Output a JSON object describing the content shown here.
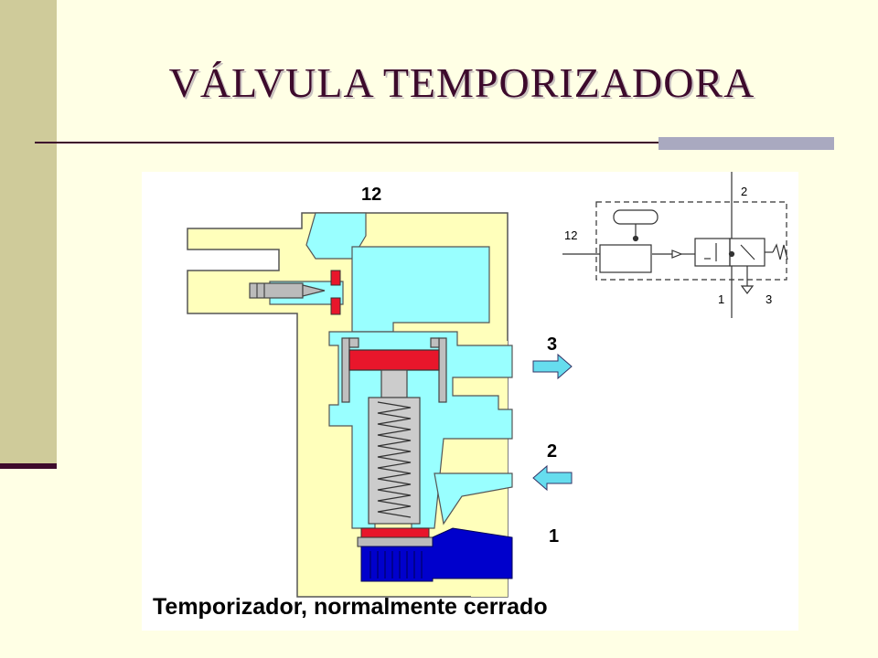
{
  "title": "VÁLVULA TEMPORIZADORA",
  "diagram": {
    "ports": {
      "control": "12",
      "exhaust": "3",
      "outlet": "2",
      "inlet": "1"
    },
    "symbol_labels": {
      "control": "12",
      "outlet": "2",
      "inlet": "1",
      "exhaust": "3"
    },
    "caption": "Temporizador, normalmente cerrado"
  },
  "colors": {
    "title": "#3D0A2C",
    "housing": "#FFFFBB",
    "air": "#99FFFF",
    "seal": "#E8162B",
    "inlet_pressure": "#0000CC",
    "spring": "#333333"
  }
}
